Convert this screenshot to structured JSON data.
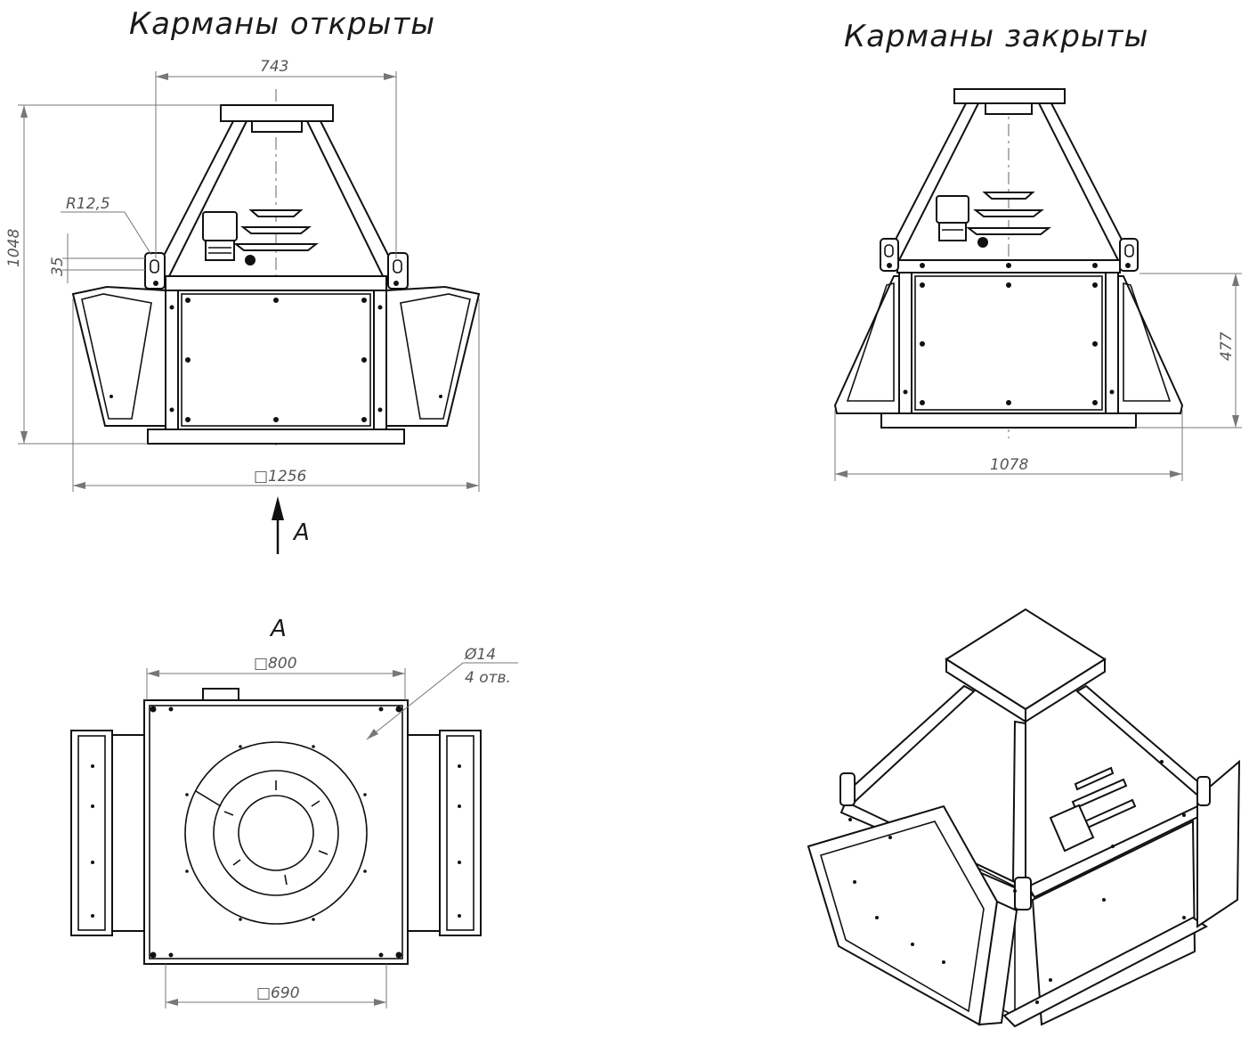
{
  "titles": {
    "left": "Карманы открыты",
    "right": "Карманы закрыты"
  },
  "dimensions": {
    "width_top": "743",
    "height_total": "1048",
    "radius": "R12,5",
    "offset_35": "35",
    "square_1256": "□1256",
    "height_477": "477",
    "width_1078": "1078",
    "square_800": "□800",
    "square_690": "□690",
    "hole_diameter": "Ø14",
    "hole_count": "4 отв."
  },
  "view": {
    "arrow_label": "A",
    "section_label": "A"
  }
}
